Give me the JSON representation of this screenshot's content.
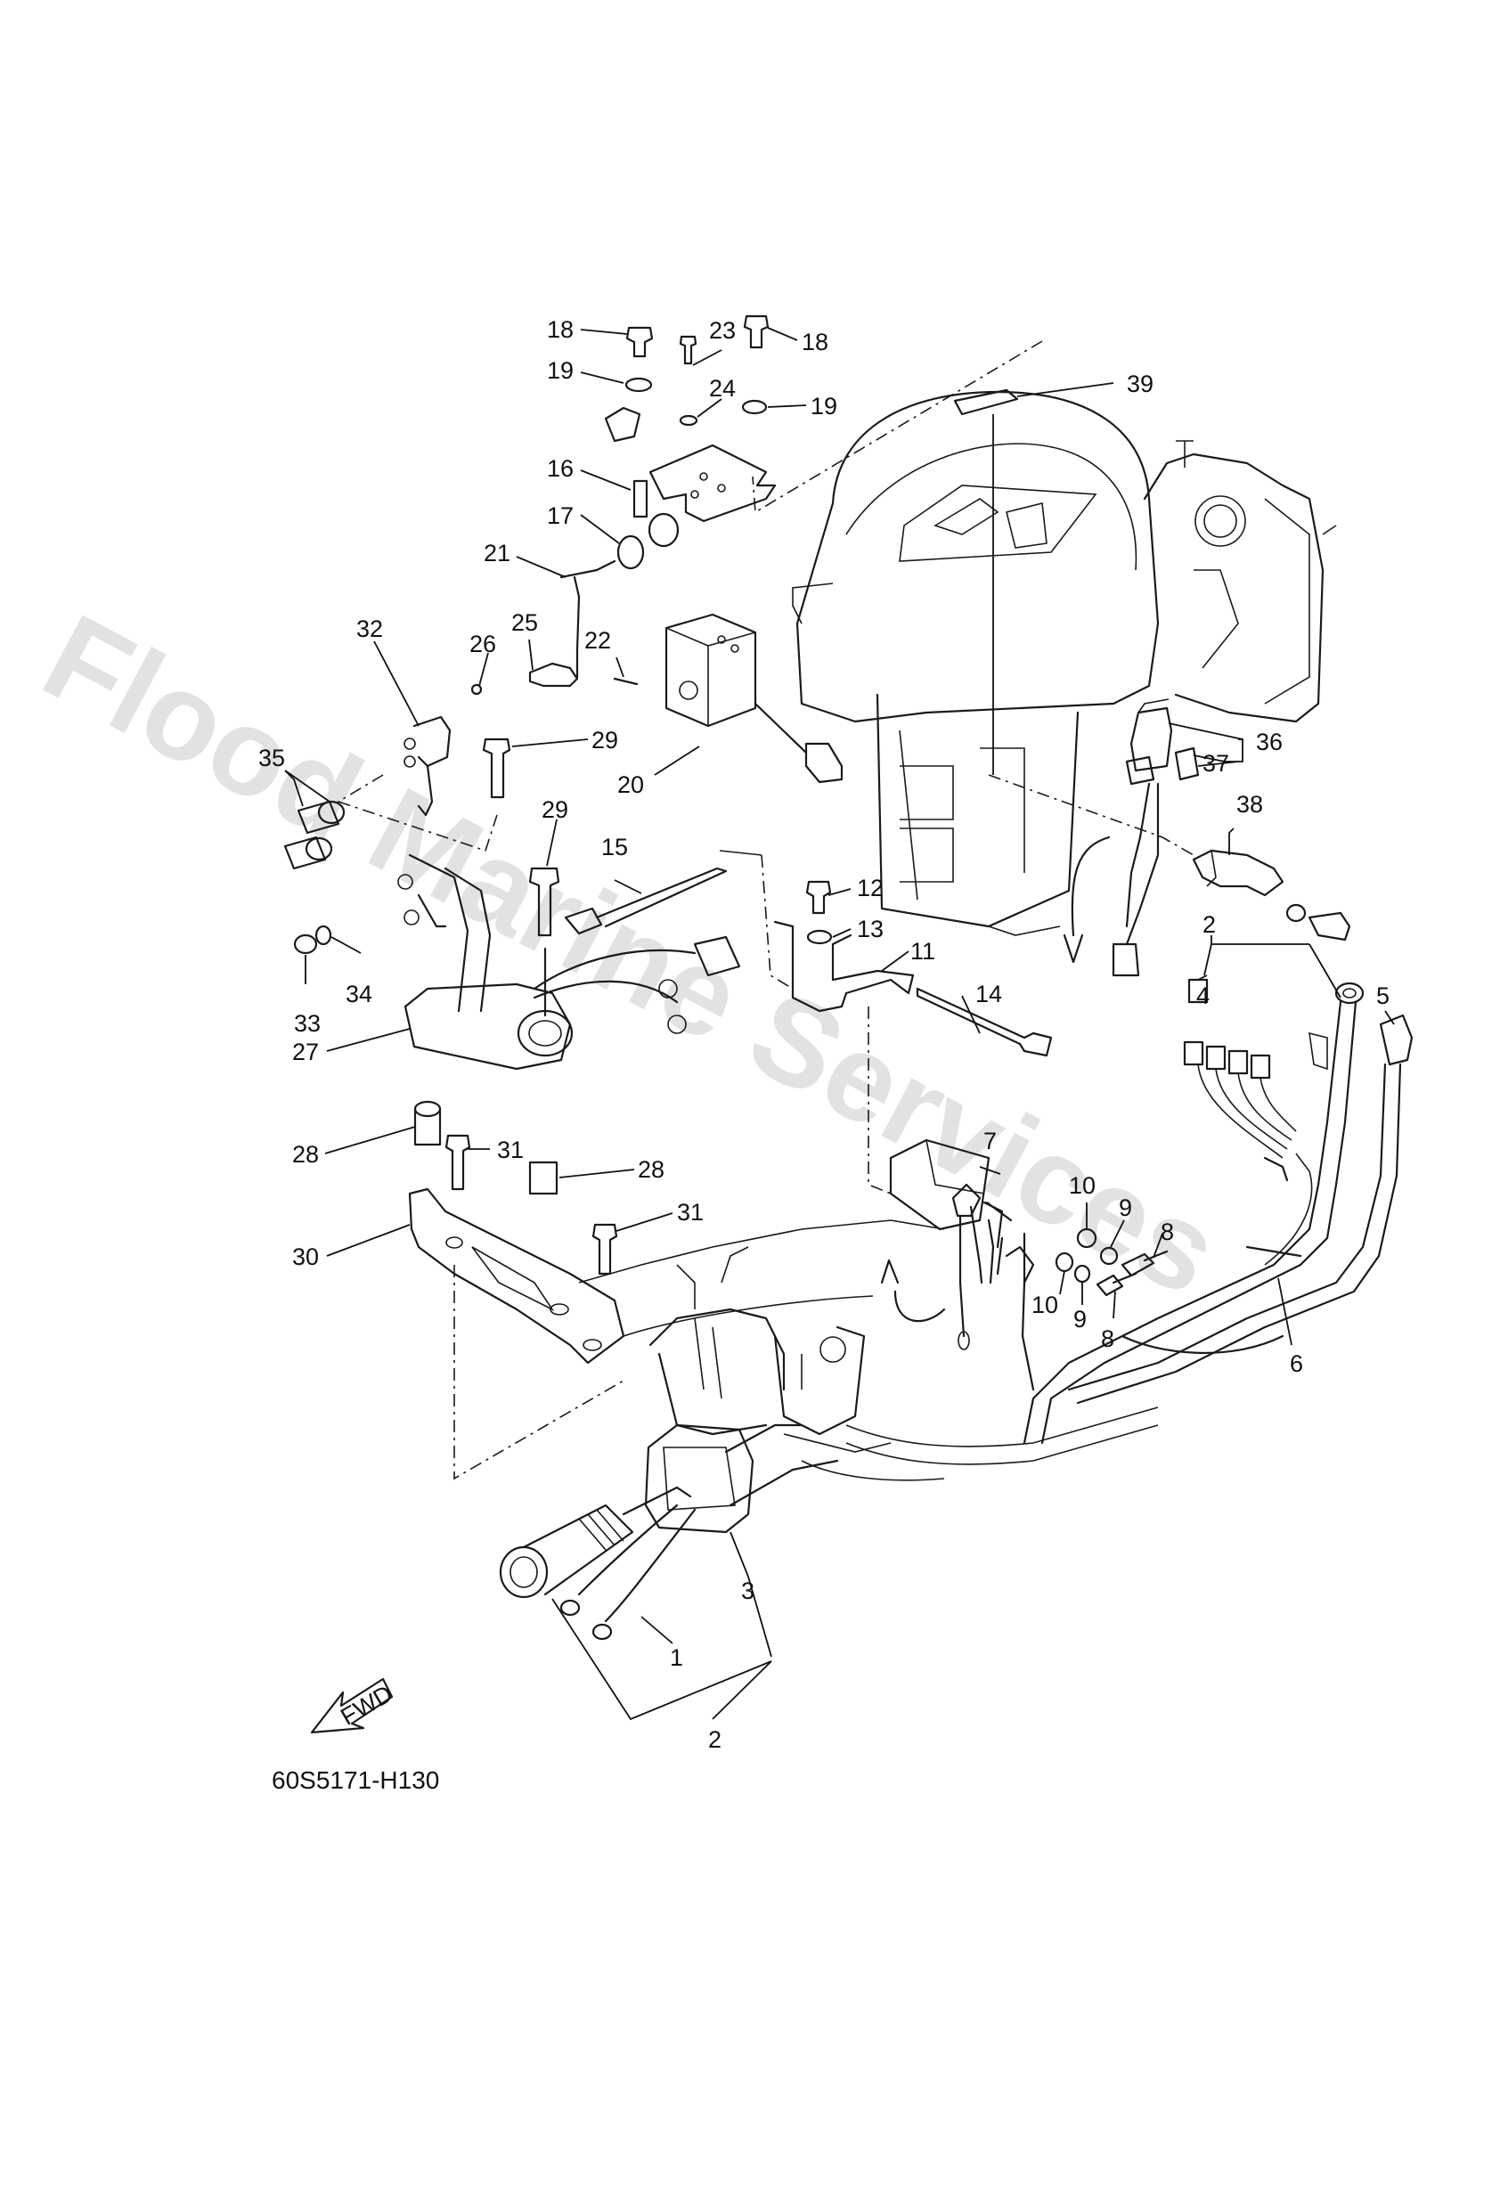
{
  "diagram": {
    "drawing_code": "60S5171-H130",
    "fwd_label": "FWD",
    "watermark": "Flood Marine Services"
  },
  "callouts": {
    "c18a": "18",
    "c18b": "18",
    "c19a": "19",
    "c19b": "19",
    "c23": "23",
    "c24": "24",
    "c39": "39",
    "c16": "16",
    "c17": "17",
    "c21": "21",
    "c26": "26",
    "c25": "25",
    "c22": "22",
    "c32": "32",
    "c29a": "29",
    "c29b": "29",
    "c20": "20",
    "c36": "36",
    "c37": "37",
    "c35": "35",
    "c38": "38",
    "c15": "15",
    "c12": "12",
    "c13": "13",
    "c11": "11",
    "c34": "34",
    "c33": "33",
    "c2a": "2",
    "c4": "4",
    "c5": "5",
    "c14": "14",
    "c27": "27",
    "c7": "7",
    "c28a": "28",
    "c31a": "31",
    "c28b": "28",
    "c10a": "10",
    "c9a": "9",
    "c8a": "8",
    "c31b": "31",
    "c30": "30",
    "c10b": "10",
    "c9b": "9",
    "c8b": "8",
    "c6": "6",
    "c3": "3",
    "c1": "1",
    "c2b": "2"
  }
}
